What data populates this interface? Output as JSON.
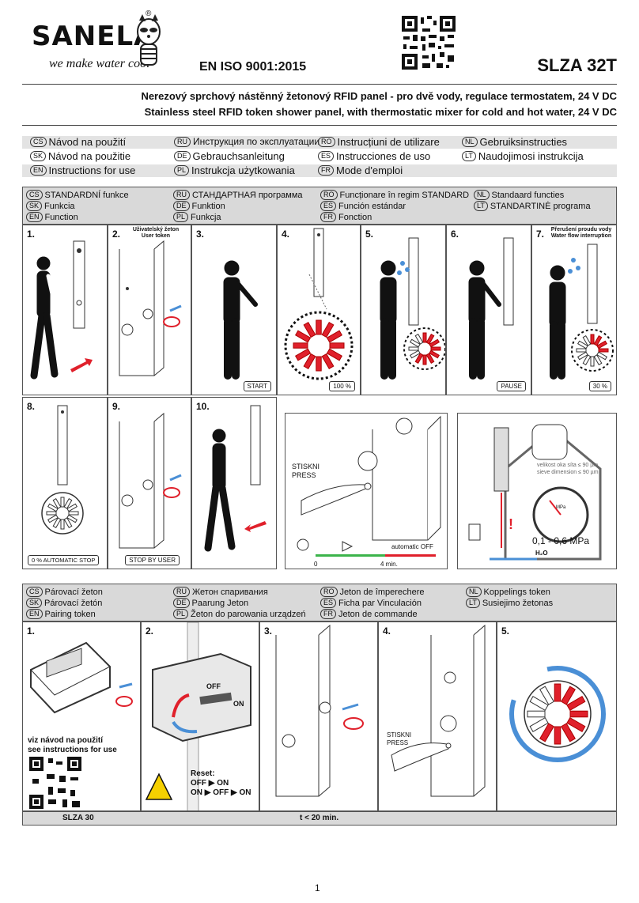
{
  "header": {
    "brand": "SANELA",
    "tagline": "we make water cool",
    "registered": "®",
    "iso": "EN ISO 9001:2015",
    "model": "SLZA 32T",
    "subtitle_cs": "Nerezový sprchový nástěnný žetonový RFID panel - pro dvě vody, regulace termostatem, 24 V DC",
    "subtitle_en": "Stainless steel RFID token shower panel, with thermostatic mixer for cold and hot water, 24 V DC"
  },
  "instructions": [
    {
      "code": "CS",
      "text": "Návod na použití"
    },
    {
      "code": "RU",
      "text": "Инструкция по эксплуатации"
    },
    {
      "code": "RO",
      "text": "Instrucțiuni de utilizare"
    },
    {
      "code": "NL",
      "text": "Gebruiksinstructies"
    },
    {
      "code": "SK",
      "text": "Návod na použitie"
    },
    {
      "code": "DE",
      "text": "Gebrauchsanleitung"
    },
    {
      "code": "ES",
      "text": "Instrucciones de uso"
    },
    {
      "code": "LT",
      "text": "Naudojimosi instrukcija"
    },
    {
      "code": "EN",
      "text": "Instructions for use"
    },
    {
      "code": "PL",
      "text": "Instrukcja użytkowania"
    },
    {
      "code": "FR",
      "text": "Mode d'emploi"
    }
  ],
  "function_section": {
    "labels": [
      {
        "code": "CS",
        "text": "STANDARDNÍ funkce"
      },
      {
        "code": "RU",
        "text": "СТАНДАРТНАЯ программа"
      },
      {
        "code": "RO",
        "text": "Funcționare în regim STANDARD"
      },
      {
        "code": "NL",
        "text": "Standaard functies"
      },
      {
        "code": "SK",
        "text": "Funkcia"
      },
      {
        "code": "DE",
        "text": "Funktion"
      },
      {
        "code": "ES",
        "text": "Función estándar"
      },
      {
        "code": "LT",
        "text": "STANDARTINĖ programa"
      },
      {
        "code": "EN",
        "text": "Function"
      },
      {
        "code": "PL",
        "text": "Funkcja"
      },
      {
        "code": "FR",
        "text": "Fonction"
      }
    ],
    "steps_row1": [
      {
        "num": "1.",
        "note": "",
        "tag": ""
      },
      {
        "num": "2.",
        "note": "Uživatelský žeton\nUser token",
        "tag": ""
      },
      {
        "num": "3.",
        "note": "",
        "tag": "START"
      },
      {
        "num": "4.",
        "note": "",
        "tag": "100 %"
      },
      {
        "num": "5.",
        "note": "",
        "tag": ""
      },
      {
        "num": "6.",
        "note": "",
        "tag": "PAUSE"
      },
      {
        "num": "7.",
        "note": "Přerušení proudu vody\nWater flow interruption",
        "tag": "30 %"
      }
    ],
    "steps_row2": [
      {
        "num": "8.",
        "tag": "0 % AUTOMATIC STOP"
      },
      {
        "num": "9.",
        "tag": "STOP BY USER"
      },
      {
        "num": "10.",
        "tag": ""
      }
    ],
    "detail": {
      "press": "STISKNI\nPRESS",
      "auto_off": "automatic OFF",
      "t0": "0",
      "t4": "4 min."
    },
    "filter": {
      "mesh1": "velikost oka síta ≤ 90 µm",
      "mesh2": "sieve dimension ≤ 90 µm",
      "pressure": "0,1 - 0,6 MPa",
      "gauge_unit": "MPa",
      "h2o": "H₂O",
      "warn": "!"
    }
  },
  "pairing_section": {
    "labels": [
      {
        "code": "CS",
        "text": "Párovací žeton"
      },
      {
        "code": "RU",
        "text": "Жетон спаривания"
      },
      {
        "code": "RO",
        "text": "Jeton de împerechere"
      },
      {
        "code": "NL",
        "text": "Koppelings token"
      },
      {
        "code": "SK",
        "text": "Párovací žetón"
      },
      {
        "code": "DE",
        "text": "Paarung Jeton"
      },
      {
        "code": "ES",
        "text": "Ficha par Vinculación"
      },
      {
        "code": "LT",
        "text": "Susiejimo žetonas"
      },
      {
        "code": "EN",
        "text": "Pairing token"
      },
      {
        "code": "PL",
        "text": "Žeton do parowania urządzeń"
      },
      {
        "code": "FR",
        "text": "Jeton de commande"
      }
    ],
    "steps": [
      {
        "num": "1."
      },
      {
        "num": "2."
      },
      {
        "num": "3."
      },
      {
        "num": "4."
      },
      {
        "num": "5."
      }
    ],
    "see_instr_cs": "viz návod na použití",
    "see_instr_en": "see instructions for use",
    "switch_off": "OFF",
    "switch_on": "ON",
    "reset_title": "Reset:",
    "reset_line1": "OFF ▶ ON",
    "reset_line2": "ON ▶ OFF ▶ ON",
    "press": "STISKNI\nPRESS",
    "footer_left": "SLZA 30",
    "footer_mid": "t < 20 min."
  },
  "page_number": "1",
  "colors": {
    "accent_red": "#e0202b",
    "accent_blue": "#4a8fd6",
    "green": "#3cb44b",
    "band_gray": "#d9d9d9"
  }
}
